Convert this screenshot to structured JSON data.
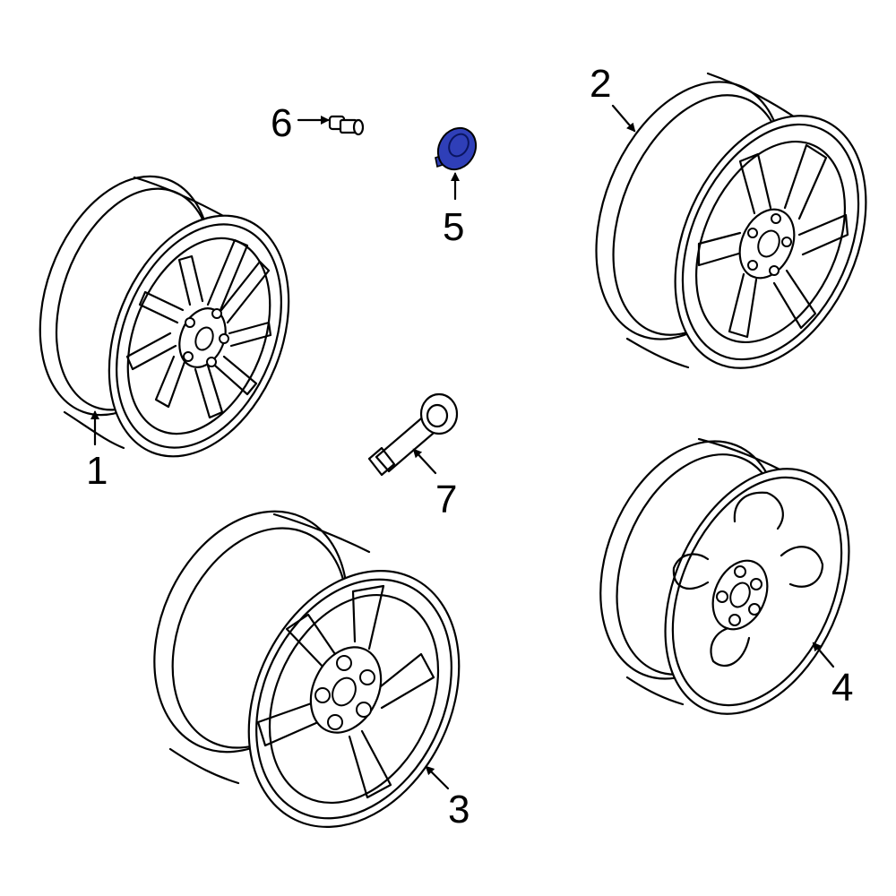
{
  "diagram": {
    "callouts": [
      {
        "id": "1",
        "label": "1"
      },
      {
        "id": "2",
        "label": "2"
      },
      {
        "id": "3",
        "label": "3"
      },
      {
        "id": "4",
        "label": "4"
      },
      {
        "id": "5",
        "label": "5"
      },
      {
        "id": "6",
        "label": "6"
      },
      {
        "id": "7",
        "label": "7"
      }
    ],
    "highlight_color": "#2f3fb8",
    "line_color": "#000000",
    "background_color": "#ffffff"
  }
}
